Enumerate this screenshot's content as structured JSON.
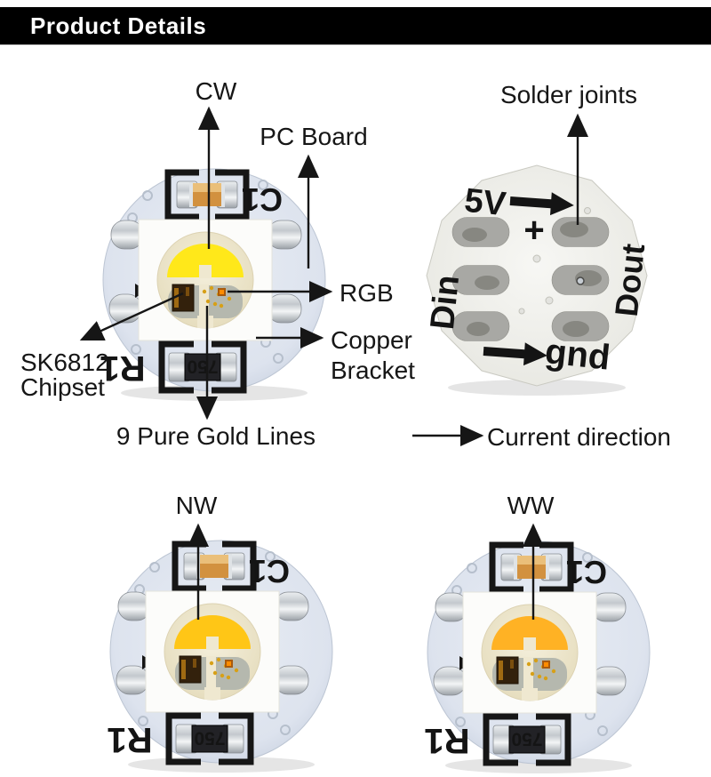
{
  "header": {
    "title": "Product Details"
  },
  "labels": {
    "cw": "CW",
    "pc_board": "PC Board",
    "rgb": "RGB",
    "copper_line1": "Copper",
    "copper_line2": "Bracket",
    "chipset_line1": "SK6812",
    "chipset_line2": "Chipset",
    "gold_lines": "9 Pure Gold Lines",
    "solder_joints": "Solder joints",
    "current_direction": "Current direction",
    "nw": "NW",
    "ww": "WW"
  },
  "prints": {
    "c1": "C1",
    "r1": "R1",
    "resistor": "750",
    "v5": "5V",
    "plus": "+",
    "din": "Din",
    "dout": "Dout",
    "gnd": "gnd"
  },
  "colors": {
    "header_bg": "#000000",
    "header_text": "#ffffff",
    "pcb": "#dce3ed",
    "silkscreen": "#141414",
    "lens": "#efe8d0",
    "phosphor_cw": "#ffe81a",
    "phosphor_nw": "#ffc616",
    "phosphor_ww": "#ffb224",
    "capacitor": "#d2913f",
    "back_board": "#f3f3f0",
    "solder_pad": "#a8a8a4"
  }
}
